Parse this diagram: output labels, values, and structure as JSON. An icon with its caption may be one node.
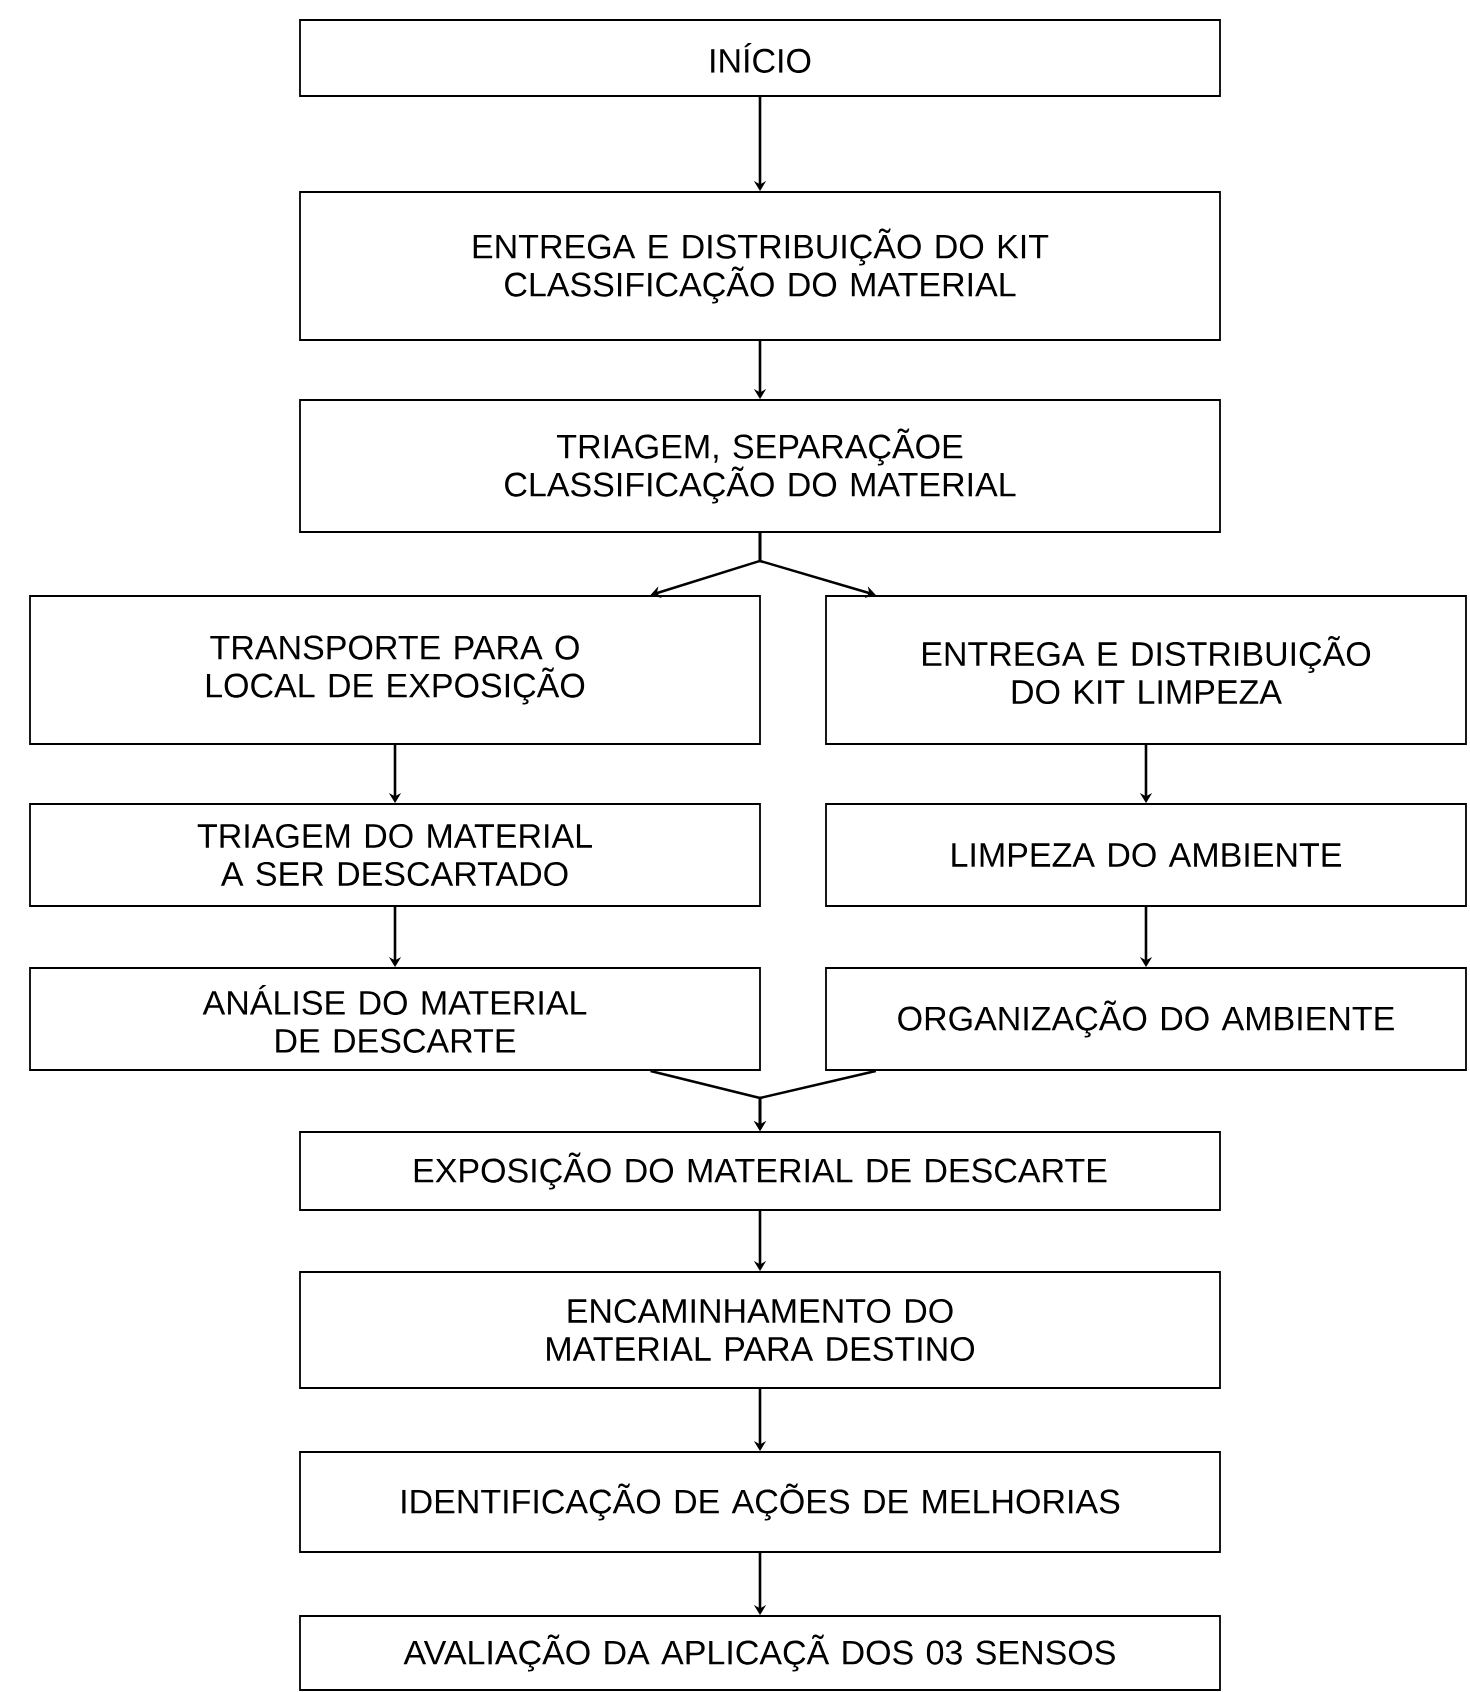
{
  "diagram": {
    "nodes": [
      {
        "text": [
          "INÍCIO"
        ]
      },
      {
        "text": [
          "ENTREGA E DISTRIBUIÇÃO DO KIT CLASSIFICAÇÃO DO MATERIAL"
        ]
      },
      {
        "text": [
          "TRIAGEM,  SEPARAÇÃOE CLASSIFICAÇÃO DO MATERIAL"
        ]
      },
      {
        "text": [
          "TRANSPORTE PARA O LOCAL DE EXPOSIÇÃO"
        ]
      },
      {
        "text": [
          "ENTREGA E DISTRIBUIÇÃO DO KIT LIMPEZA"
        ]
      },
      {
        "text": [
          "TRIAGEM DO MATERIAL A SER DESCARTADO"
        ]
      },
      {
        "text": [
          "LIMPEZA DO AMBIENTE"
        ]
      },
      {
        "text": [
          "ANÁLISE DO MATERIAL DE DESCARTE"
        ]
      },
      {
        "text": [
          "ORGANIZAÇÃO DO AMBIENTE"
        ]
      },
      {
        "text": [
          "EXPOSIÇÃO DO MATERIAL DE DESCARTE"
        ]
      },
      {
        "text": [
          "ENCAMINHAMENTO DO MATERIAL PARA DESTINO"
        ]
      },
      {
        "text": [
          "IDENTIFICAÇÃO DE AÇÕES DE MELHORIAS"
        ]
      },
      {
        "text": [
          "AVALIAÇÃO DA APLICAÇÃ DOS 03 SENSOS"
        ]
      }
    ],
    "edges": [
      {
        "from": 0,
        "to": 1,
        "arrow": "to"
      },
      {
        "from": 1,
        "to": 2,
        "arrow": "to"
      },
      {
        "from": 2,
        "to": 3,
        "arrow": "to"
      },
      {
        "from": 2,
        "to": 4,
        "arrow": "to"
      },
      {
        "from": 3,
        "to": 5,
        "arrow": "to"
      },
      {
        "from": 5,
        "to": 7,
        "arrow": "to"
      },
      {
        "from": 4,
        "to": 6,
        "arrow": "to"
      },
      {
        "from": 6,
        "to": 8,
        "arrow": "to"
      },
      {
        "from": 7,
        "to": 9,
        "arrow": "to"
      },
      {
        "from": 8,
        "to": 9,
        "arrow": "to"
      },
      {
        "from": 9,
        "to": 10,
        "arrow": "to"
      },
      {
        "from": 10,
        "to": 11,
        "arrow": "to"
      },
      {
        "from": 11,
        "to": 12,
        "arrow": "to"
      }
    ]
  }
}
